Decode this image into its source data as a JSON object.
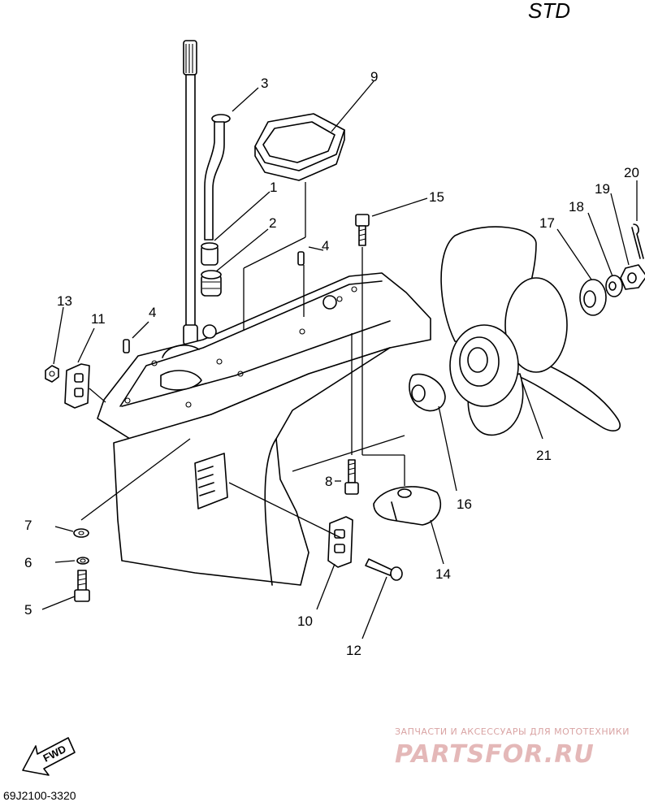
{
  "header": {
    "variant_label": "STD"
  },
  "footer": {
    "diagram_code": "69J2100-3320"
  },
  "direction_marker": {
    "label": "FWD"
  },
  "watermark": {
    "tagline": "ЗАПЧАСТИ И АКСЕССУАРЫ ДЛЯ МОТОТЕХНИКИ",
    "brand": "PARTSFOR.RU"
  },
  "callouts": {
    "c1": "1",
    "c2": "2",
    "c3": "3",
    "c4a": "4",
    "c4b": "4",
    "c5": "5",
    "c6": "6",
    "c7": "7",
    "c8": "8",
    "c9": "9",
    "c10": "10",
    "c11": "11",
    "c12": "12",
    "c13": "13",
    "c14": "14",
    "c15": "15",
    "c16": "16",
    "c17": "17",
    "c18": "18",
    "c19": "19",
    "c20": "20",
    "c21": "21"
  }
}
